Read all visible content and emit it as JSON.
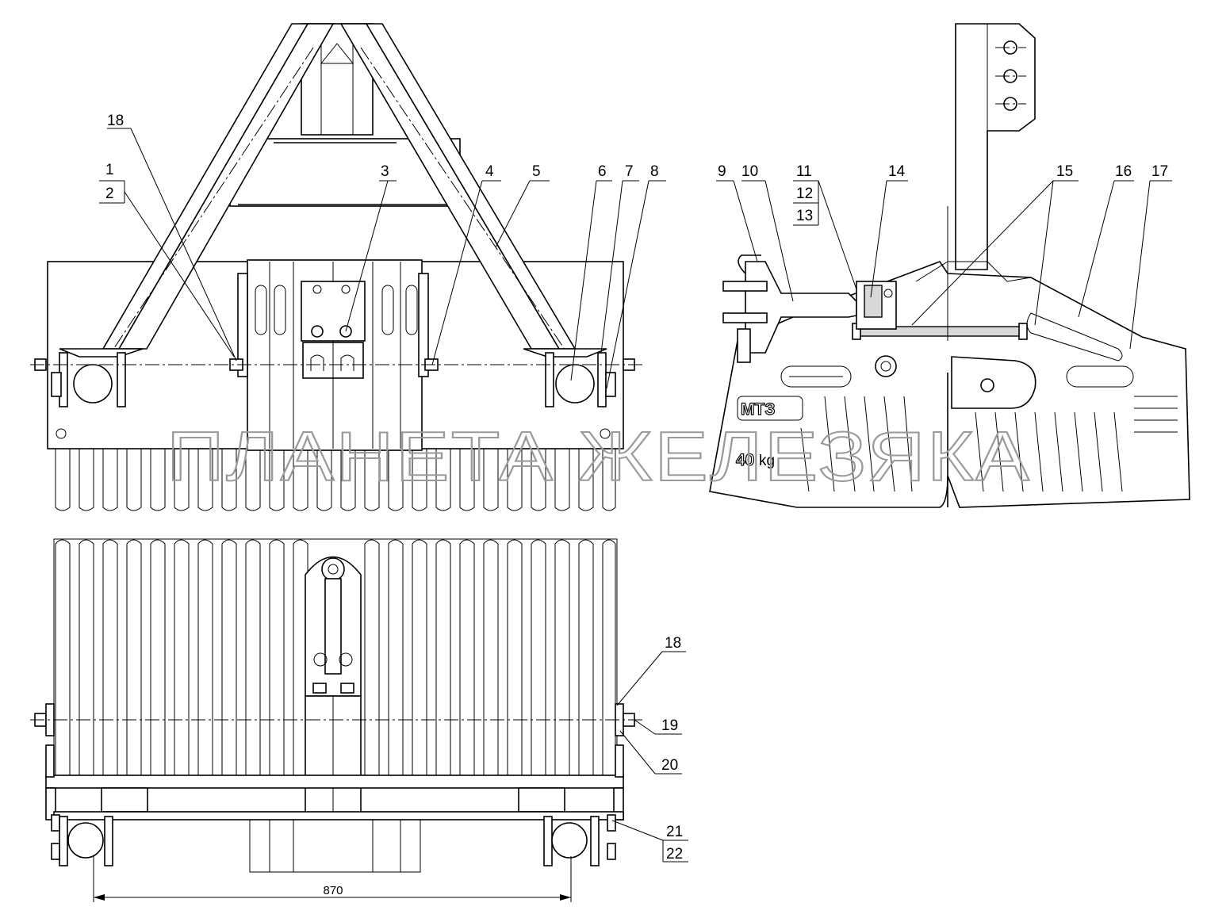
{
  "labels": {
    "l1": "1",
    "l2": "2",
    "l3": "3",
    "l4": "4",
    "l5": "5",
    "l6": "6",
    "l7": "7",
    "l8": "8",
    "l9": "9",
    "l10": "10",
    "l11": "11",
    "l12": "12",
    "l13": "13",
    "l14": "14",
    "l15": "15",
    "l16": "16",
    "l17": "17",
    "l18a": "18",
    "l18b": "18",
    "l19": "19",
    "l20": "20",
    "l21": "21",
    "l22": "22"
  },
  "weight_marking": {
    "brand": "МТЗ",
    "mass": "40",
    "unit": "kg"
  },
  "dimension": "870",
  "watermark": "ПЛАНЕТА ЖЕЛЕЗЯКА"
}
